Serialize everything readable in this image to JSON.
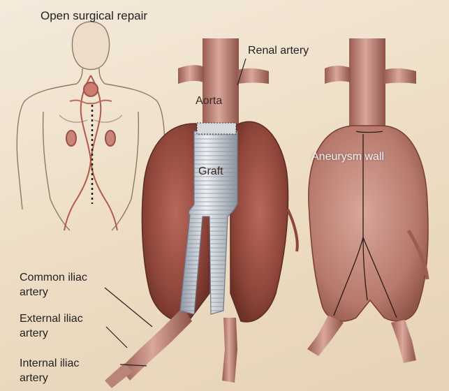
{
  "title": "Open surgical repair",
  "labels": {
    "renal_artery": "Renal artery",
    "aorta": "Aorta",
    "graft": "Graft",
    "aneurysm_wall": "Aneurysm wall",
    "common_iliac_1": "Common iliac",
    "common_iliac_2": "artery",
    "external_iliac_1": "External iliac",
    "external_iliac_2": "artery",
    "internal_iliac_1": "Internal iliac",
    "internal_iliac_2": "artery"
  },
  "colors": {
    "vessel": "#c99085",
    "vessel_dark": "#8a4b40",
    "aneurysm": "#9a4f42",
    "graft": "#cdd4dc",
    "background": "#efe3cf"
  }
}
